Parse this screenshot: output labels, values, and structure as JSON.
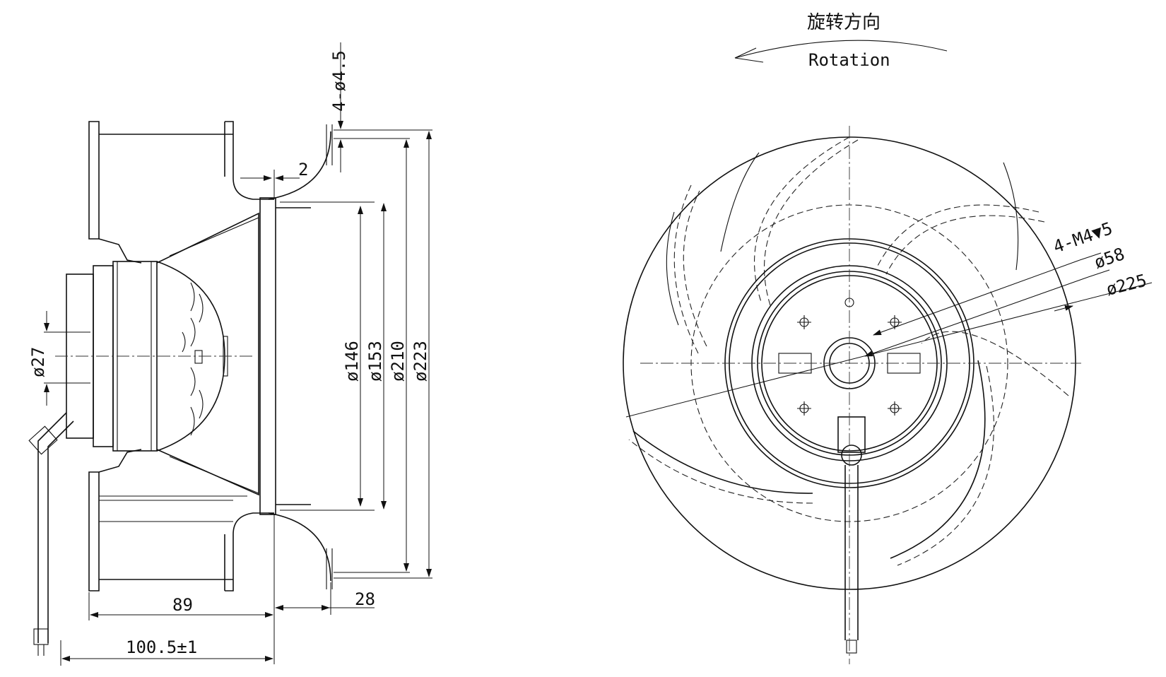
{
  "rotation": {
    "label_cn": "旋转方向",
    "label_en": "Rotation"
  },
  "side_view": {
    "hole_spec": "4-ø4.5",
    "gap": "2",
    "hub_dia": "ø27",
    "dia_146": "ø146",
    "dia_153": "ø153",
    "dia_210": "ø210",
    "dia_223": "ø223",
    "depth_89": "89",
    "depth_28": "28",
    "total_depth": "100.5±1"
  },
  "front_view": {
    "thread_spec": "4-M4▼5",
    "dia_58": "ø58",
    "dia_225": "ø225"
  }
}
